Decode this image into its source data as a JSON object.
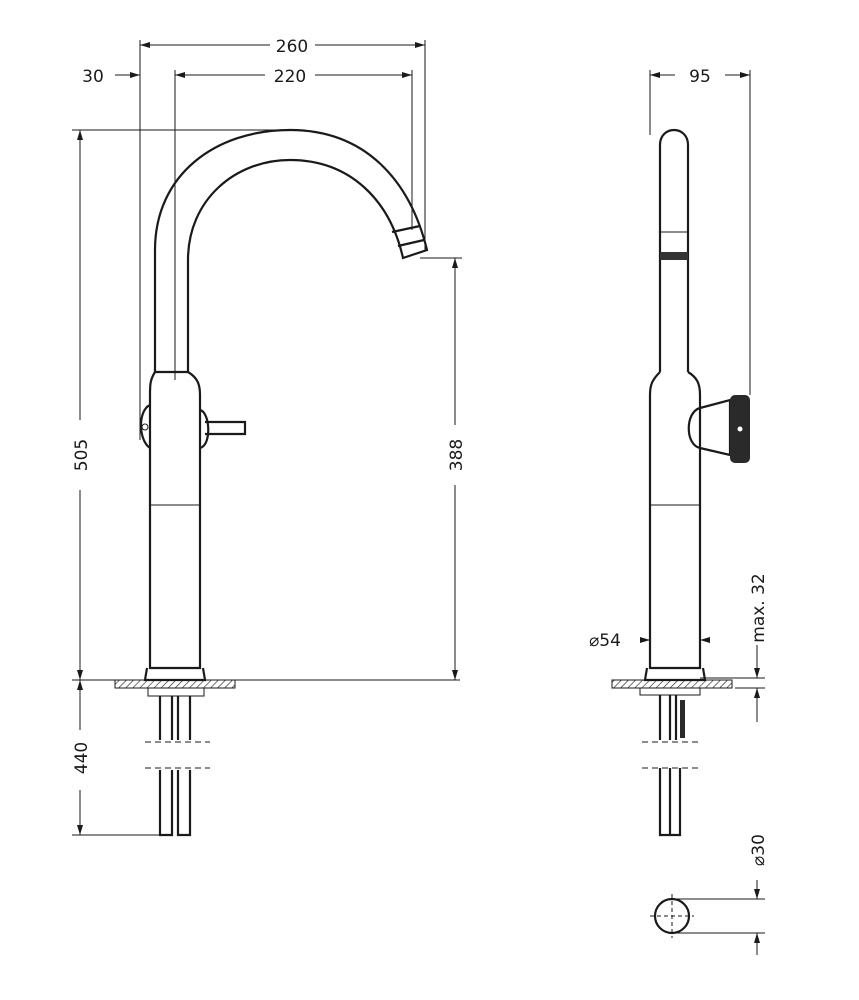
{
  "drawing": {
    "front_view": {
      "dim_overall_reach": "260",
      "dim_spout_reach": "220",
      "dim_offset": "30",
      "dim_total_height": "505",
      "dim_spout_height": "388",
      "dim_below_counter": "440"
    },
    "side_view": {
      "dim_depth": "95",
      "dim_base_diameter": "⌀54",
      "dim_max_counter": "max. 32",
      "dim_hole_diameter": "⌀30"
    }
  }
}
